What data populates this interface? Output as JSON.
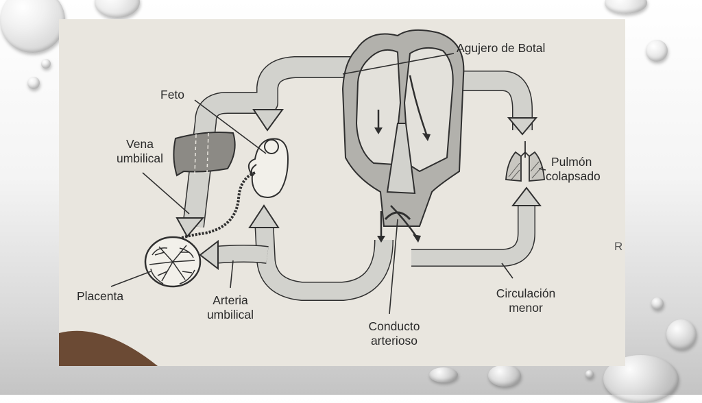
{
  "labels": {
    "agujero": "Agujero de Botal",
    "feto": "Feto",
    "vena_1": "Vena",
    "vena_2": "umbilical",
    "pulmon_1": "Pulmón",
    "pulmon_2": "colapsado",
    "placenta": "Placenta",
    "arteria_1": "Arteria",
    "arteria_2": "umbilical",
    "circulacion_1": "Circulación",
    "circulacion_2": "menor",
    "conducto_1": "Conducto",
    "conducto_2": "arterioso",
    "edge_letter": "R"
  },
  "colors": {
    "paper": "#e9e6df",
    "vessel_fill": "#d2d2cd",
    "heart_wall": "#b2b1ac",
    "ink": "#2f2f2f",
    "book_edge": "#6b4a34"
  }
}
